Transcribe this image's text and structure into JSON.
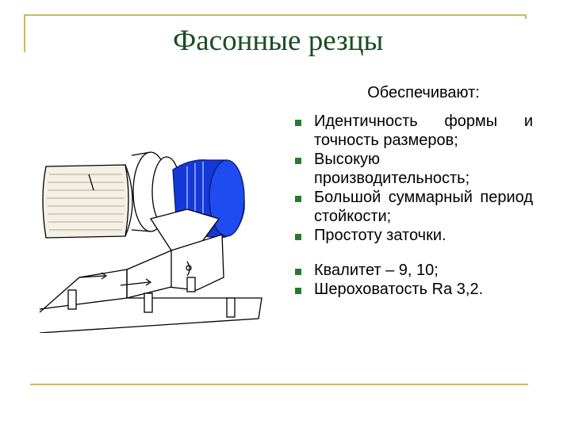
{
  "slide": {
    "title": "Фасонные резцы",
    "intro": "Обеспечивают:",
    "items": [
      "Идентичность формы и точность размеров;",
      "Высокую производительность;",
      "Большой суммарный период стойкости;",
      "Простоту заточки.",
      "Квалитет – 9, 10;",
      "Шероховатость Ra 3,2."
    ]
  },
  "colors": {
    "frame": "#c8b96a",
    "title": "#1a4d22",
    "bullet": "#2a7a2a",
    "workpiece": "#1538d8"
  },
  "icons": {
    "bullet": "green-square-bullet"
  }
}
